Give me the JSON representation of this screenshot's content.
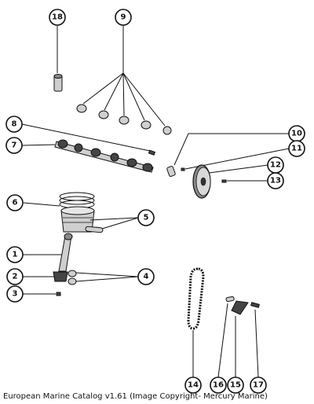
{
  "callouts": [
    "1",
    "2",
    "3",
    "4",
    "5",
    "6",
    "7",
    "8",
    "9",
    "10",
    "11",
    "12",
    "13",
    "14",
    "15",
    "16",
    "17",
    "18"
  ],
  "caption": "European Marine Catalog v1.61 (Image Copyright- Mercury Marine)"
}
